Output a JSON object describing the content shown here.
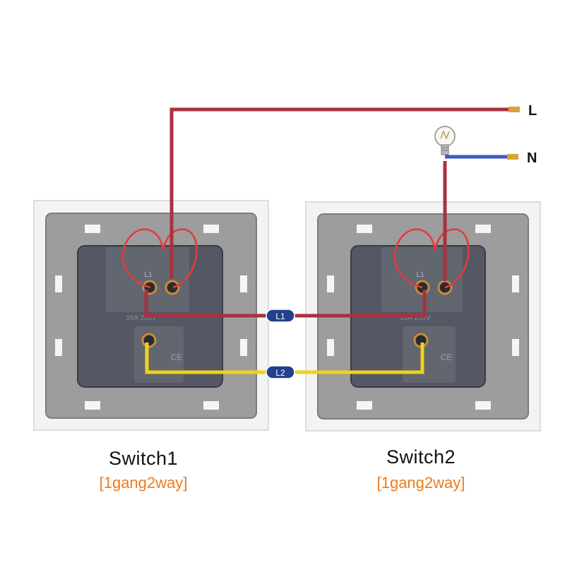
{
  "terminals": {
    "line": "L",
    "neutral": "N"
  },
  "travelers": {
    "l1": "L1",
    "l2": "L2"
  },
  "switches": [
    {
      "title": "Switch1",
      "subtitle": "[1gang2way]",
      "terminal_label": "L1",
      "rating": "16A 250V",
      "mark": "CE"
    },
    {
      "title": "Switch2",
      "subtitle": "[1gang2way]",
      "terminal_label": "L1",
      "rating": "16A 250V",
      "mark": "CE"
    }
  ],
  "colors": {
    "live_wire": "#a8323f",
    "neutral_wire": "#3b5bc4",
    "traveler_l2": "#f0d21a",
    "jumper": "#e33a40",
    "badge": "#23408f",
    "subtitle": "#f07a1a"
  }
}
